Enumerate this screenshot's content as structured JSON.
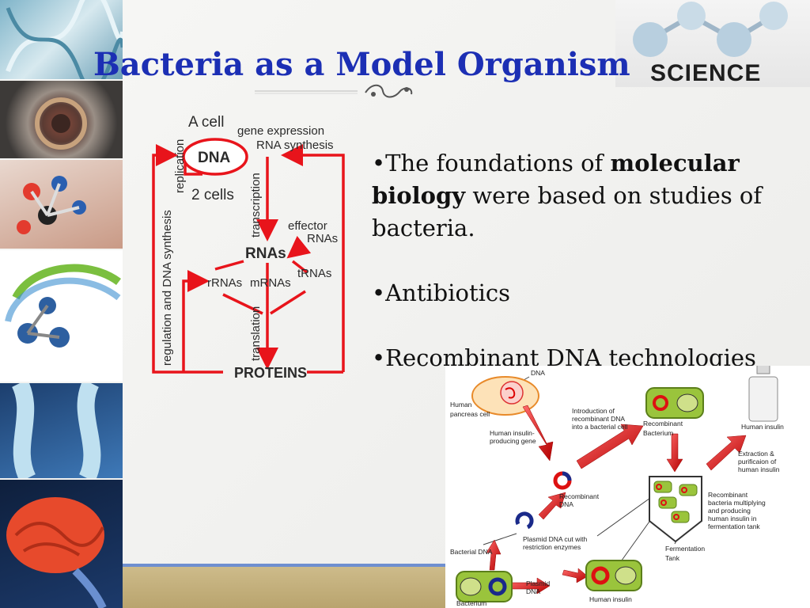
{
  "slide": {
    "title": "Bacteria as a Model Organism",
    "logo_text": "SCIENCE",
    "bullets": [
      {
        "before": "•The foundations of ",
        "bold1": "molecular",
        "sep": " ",
        "bold2": "biology",
        "after": " were based on studies of bacteria."
      },
      {
        "text": "•Antibiotics"
      },
      {
        "text": "•Recombinant DNA technologies"
      }
    ]
  },
  "cycle_diagram": {
    "a_cell": "A cell",
    "dna": "DNA",
    "two_cells": "2 cells",
    "replication": "replication",
    "gene_expression": "gene expression",
    "rna_synthesis": "RNA synthesis",
    "transcription": "transcription",
    "effector": "effector",
    "rnas_small": "RNAs",
    "rnas": "RNAs",
    "rrnas": "rRNAs",
    "mrnas": "mRNAs",
    "trnas": "tRNAs",
    "translation": "translation",
    "proteins": "PROTEINS",
    "regulation": "regulation and DNA synthesis"
  },
  "recombinant_diagram": {
    "dna": "DNA",
    "human": "Human",
    "pancreas_cell": "pancreas cell",
    "human_insulin": "Human insulin-",
    "producing_gene": "producing gene",
    "intro1": "Introduction of",
    "intro2": "recombinant DNA",
    "intro3": "into a bacterial cell",
    "recombinant": "Recombinant",
    "bacterium": "Bacterium",
    "human_insulin_top": "Human insulin",
    "extraction1": "Extraction &",
    "extraction2": "purificaion of",
    "extraction3": "human insulin",
    "rec_dna1": "Recombinant",
    "rec_dna2": "DNA",
    "mult1": "Recombinant",
    "mult2": "bacteria multiplying",
    "mult3": "and producing",
    "mult4": "human insulin in",
    "mult5": "fermentation tank",
    "plasmid_cut1": "Plasmid DNA cut with",
    "plasmid_cut2": "restriction enzymes",
    "bacterial_dna": "Bacterial DNA",
    "fermentation": "Fermentation",
    "tank": "Tank",
    "plasmid1": "Plasmid",
    "plasmid2": "DNA",
    "bacterium_bottom": "Bacterium",
    "human_insulin_bottom": "Human insulin"
  }
}
